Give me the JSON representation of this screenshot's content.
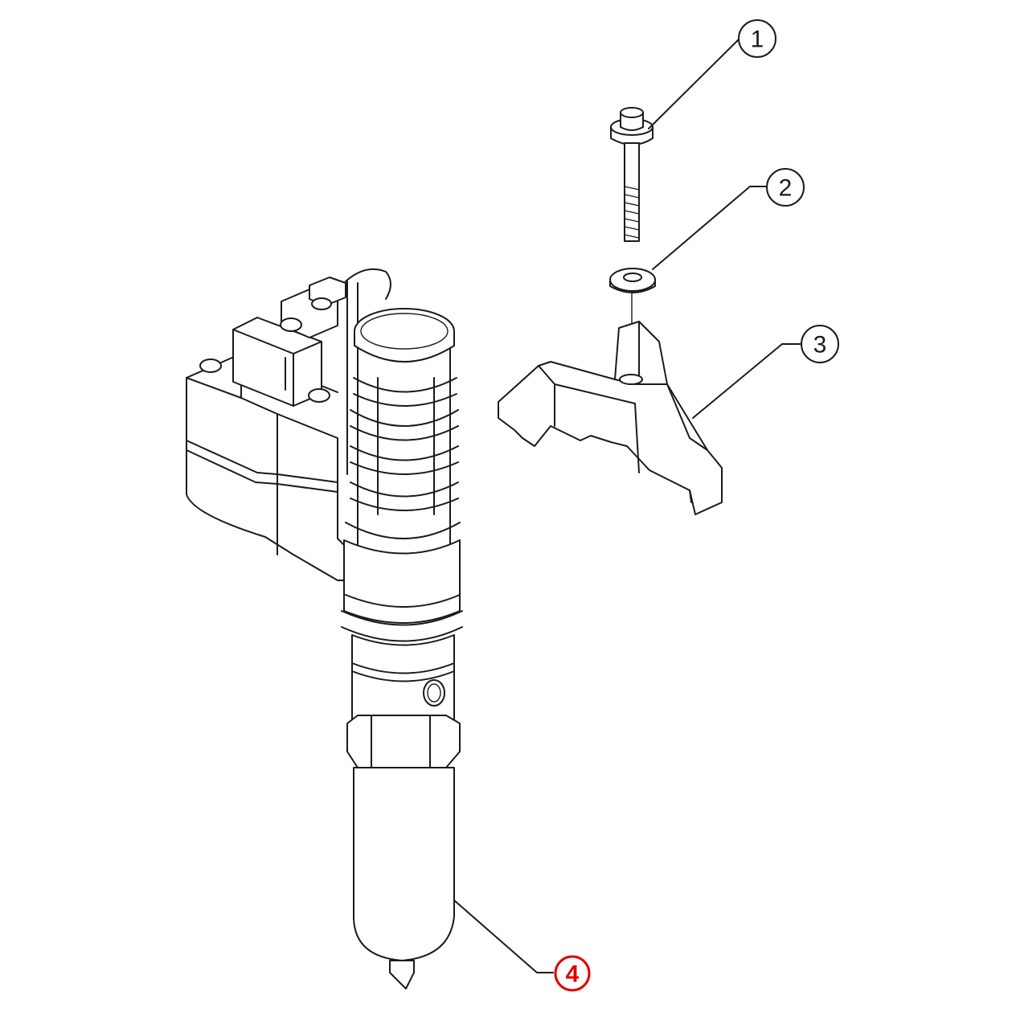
{
  "callouts": [
    {
      "label": "1",
      "color": "#1a1a1a",
      "highlighted": false
    },
    {
      "label": "2",
      "color": "#1a1a1a",
      "highlighted": false
    },
    {
      "label": "3",
      "color": "#1a1a1a",
      "highlighted": false
    },
    {
      "label": "4",
      "color": "#e00000",
      "highlighted": true
    }
  ]
}
